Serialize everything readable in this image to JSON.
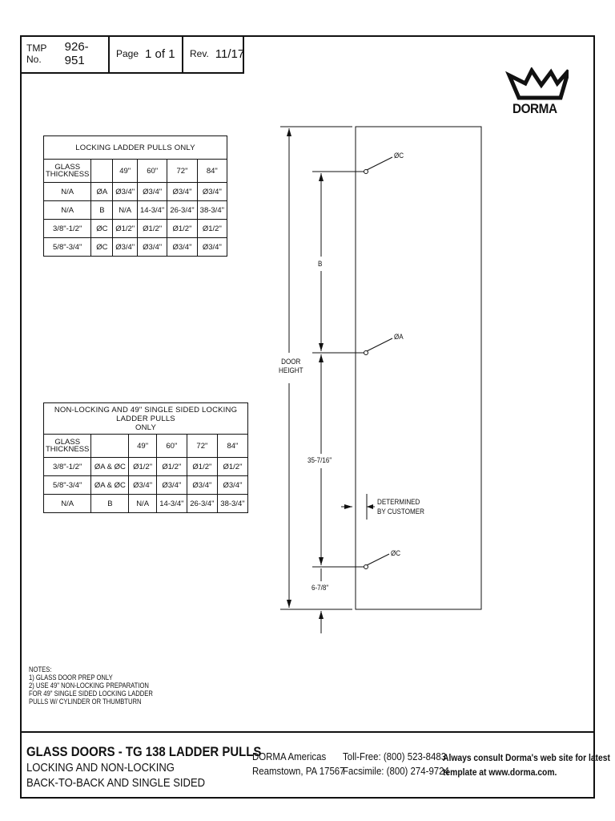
{
  "header": {
    "tmp_label": "TMP No.",
    "tmp_value": "926-951",
    "page_label": "Page",
    "page_value": "1 of 1",
    "rev_label": "Rev.",
    "rev_value": "11/17"
  },
  "logo": {
    "text": "DORMA",
    "icon": "crown-logo-icon"
  },
  "table_locking": {
    "title": "LOCKING LADDER PULLS ONLY",
    "header": [
      "GLASS THICKNESS",
      "",
      "49\"",
      "60\"",
      "72\"",
      "84\""
    ],
    "header_gt_line1": "GLASS",
    "header_gt_line2": "THICKNESS",
    "rows": [
      [
        "N/A",
        "ØA",
        "Ø3/4\"",
        "Ø3/4\"",
        "Ø3/4\"",
        "Ø3/4\""
      ],
      [
        "N/A",
        "B",
        "N/A",
        "14-3/4\"",
        "26-3/4\"",
        "38-3/4\""
      ],
      [
        "3/8\"-1/2\"",
        "ØC",
        "Ø1/2\"",
        "Ø1/2\"",
        "Ø1/2\"",
        "Ø1/2\""
      ],
      [
        "5/8\"-3/4\"",
        "ØC",
        "Ø3/4\"",
        "Ø3/4\"",
        "Ø3/4\"",
        "Ø3/4\""
      ]
    ]
  },
  "table_nonlocking": {
    "title_line1": "NON-LOCKING AND 49\" SINGLE SIDED LOCKING LADDER PULLS",
    "title_line2": "ONLY",
    "header_gt_line1": "GLASS",
    "header_gt_line2": "THICKNESS",
    "header": [
      "",
      "",
      "49\"",
      "60\"",
      "72\"",
      "84\""
    ],
    "rows": [
      [
        "3/8\"-1/2\"",
        "ØA & ØC",
        "Ø1/2\"",
        "Ø1/2\"",
        "Ø1/2\"",
        "Ø1/2\""
      ],
      [
        "5/8\"-3/4\"",
        "ØA & ØC",
        "Ø3/4\"",
        "Ø3/4\"",
        "Ø3/4\"",
        "Ø3/4\""
      ],
      [
        "N/A",
        "B",
        "N/A",
        "14-3/4\"",
        "26-3/4\"",
        "38-3/4\""
      ]
    ]
  },
  "drawing": {
    "hole_c_top": "ØC",
    "dim_b": "B",
    "hole_a": "ØA",
    "door_height_line1": "DOOR",
    "door_height_line2": "HEIGHT",
    "dim_35": "35-7/16\"",
    "determined_line1": "DETERMINED",
    "determined_line2": "BY CUSTOMER",
    "hole_c_bottom": "ØC",
    "dim_6": "6-7/8\""
  },
  "notes": {
    "heading": "NOTES:",
    "lines": [
      "1) GLASS DOOR PREP ONLY",
      "2) USE 49\" NON-LOCKING PREPARATION",
      "FOR 49\" SINGLE SIDED LOCKING LADDER",
      "PULLS W/ CYLINDER OR THUMBTURN"
    ]
  },
  "footer": {
    "title": "GLASS DOORS - TG 138 LADDER PULLS",
    "subtitle1": "LOCKING AND NON-LOCKING",
    "subtitle2": "BACK-TO-BACK AND SINGLE SIDED",
    "company": "DORMA Americas",
    "address": "Reamstown, PA 17567",
    "tollfree": "Toll-Free: (800) 523-8483",
    "fax": "Facsimile: (800) 274-9724",
    "note_line1": "Always consult Dorma's web site for latest",
    "note_line2": "template at www.dorma.com."
  }
}
